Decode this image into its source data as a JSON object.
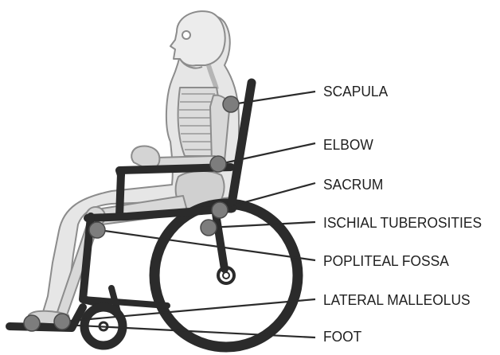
{
  "colors": {
    "frame": "#2b2b2b",
    "skeleton_fill": "#e6e6e6",
    "skeleton_outline": "#8c8c8c",
    "marker": "#7d7d7d",
    "leader_line": "#2b2b2b",
    "text": "#1f1f1f"
  },
  "labels": [
    {
      "id": "scapula",
      "text": "SCAPULA"
    },
    {
      "id": "elbow",
      "text": "ELBOW"
    },
    {
      "id": "sacrum",
      "text": "SACRUM"
    },
    {
      "id": "ischial",
      "text": "ISCHIAL TUBEROSITIES"
    },
    {
      "id": "popliteal",
      "text": "POPLITEAL FOSSA"
    },
    {
      "id": "malleolus",
      "text": "LATERAL MALLEOLUS"
    },
    {
      "id": "foot",
      "text": "FOOT"
    }
  ]
}
